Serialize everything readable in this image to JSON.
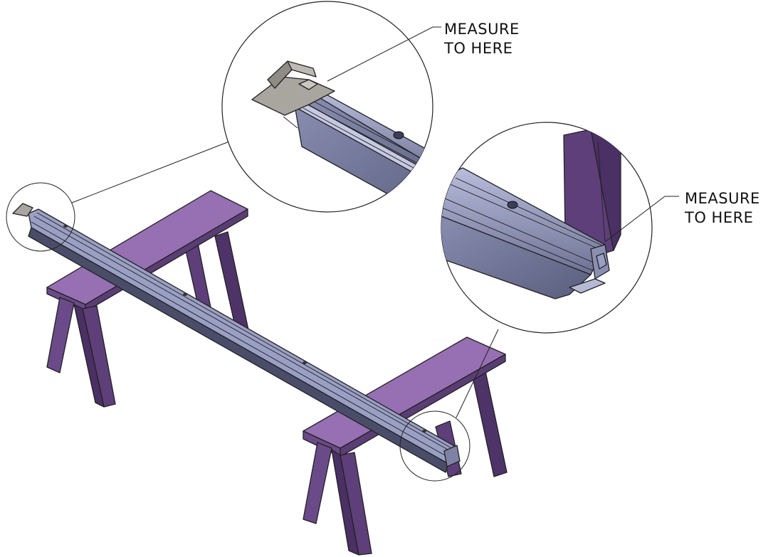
{
  "callouts": [
    {
      "line1": "MEASURE",
      "line2": "TO HERE"
    },
    {
      "line1": "MEASURE",
      "line2": "TO HERE"
    }
  ],
  "colors": {
    "sawhorse_top": "#9670b2",
    "sawhorse_leg": "#5e3f7a",
    "rail_light": "#9a9fc4",
    "rail_dark": "#4a4d6a",
    "bracket": "#a9a6a0"
  }
}
